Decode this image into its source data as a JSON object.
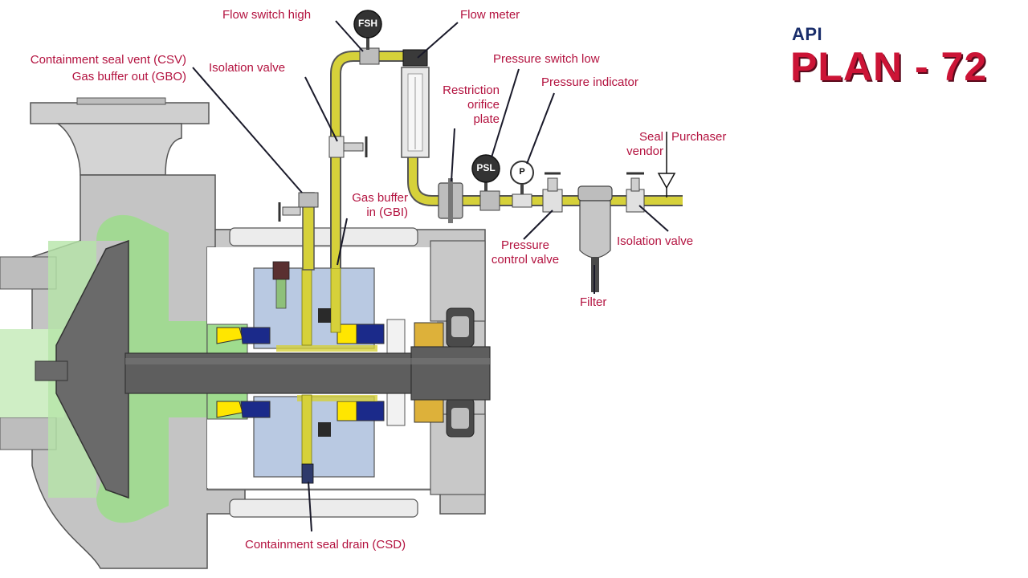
{
  "title": {
    "api": "API",
    "plan": "PLAN - 72",
    "api_color": "#1a2e6b",
    "plan_color": "#cc1436"
  },
  "colors": {
    "label": "#b3123f",
    "casing": "#cfcfcf",
    "process_fluid": "#9fdc8e",
    "seal_housing": "#b9c9e2",
    "buffer_gas_line": "#d6d13a",
    "seal_face_yellow": "#ffe600",
    "seal_face_blue": "#1b2a8a",
    "shaft": "#5e5e5e"
  },
  "labels": {
    "flow_switch_high": "Flow switch high",
    "flow_meter": "Flow meter",
    "csv": "Containment seal vent (CSV)",
    "gbo": "Gas buffer out (GBO)",
    "isolation_valve_top": "Isolation valve",
    "pressure_switch_low": "Pressure switch low",
    "restriction_orifice_plate": [
      "Restriction",
      "orifice",
      "plate"
    ],
    "pressure_indicator": "Pressure indicator",
    "seal_vendor": [
      "Seal",
      "vendor"
    ],
    "purchaser": "Purchaser",
    "gas_buffer_in": [
      "Gas buffer",
      "in (GBI)"
    ],
    "pressure_control_valve": [
      "Pressure",
      "control valve"
    ],
    "isolation_valve_right": "Isolation valve",
    "filter": "Filter",
    "csd": "Containment seal drain (CSD)"
  },
  "instruments": {
    "fsh": "FSH",
    "psl": "PSL",
    "gauge": "P"
  }
}
